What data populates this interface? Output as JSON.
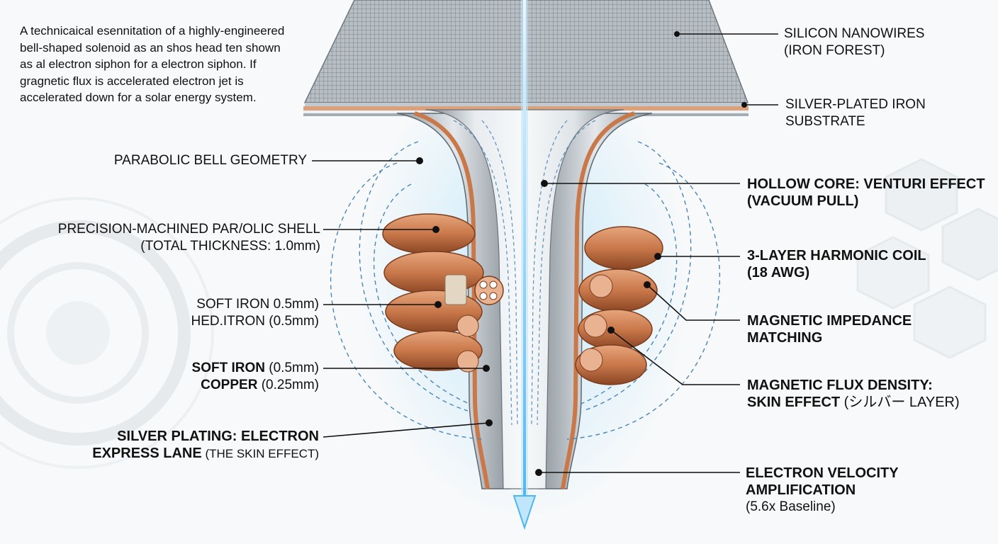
{
  "intro": {
    "lines": [
      "A technicaical esennitation of a highly-engineered",
      "bell-shaped solenoid as an shos head ten shown",
      "as al electron siphon for a electron siphon. If",
      "gragnetic flux is accelerated electron jet is",
      "accelerated down for a solar energy system."
    ]
  },
  "labels": {
    "silicon_nanowires": {
      "line1": "SILICON NANOWIRES",
      "line2": "(IRON FOREST)"
    },
    "silver_plated_substrate": {
      "line1": "SILVER-PLATED IRON",
      "line2": "SUBSTRATE"
    },
    "parabolic_bell": {
      "line1": "PARABOLIC BELL GEOMETRY"
    },
    "hollow_core": {
      "line1": "HOLLOW CORE: VENTURI EFFECT",
      "line2": "(VACUUM PULL)"
    },
    "precision_shell": {
      "line1": "PRECISION-MACHINED PAR/OLIC SHELL",
      "line2": "(TOTAL THICKNESS: 1.0mm)"
    },
    "harmonic_coil": {
      "line1": "3-LAYER HARMONIC COIL",
      "line2": "(18 AWG)"
    },
    "soft_iron_a": {
      "line1": "SOFT IRON 0.5mm)",
      "line2": "HED.ITRON (0.5mm)"
    },
    "impedance": {
      "line1": "MAGNETIC IMPEDANCE",
      "line2": "MATCHING"
    },
    "soft_iron_b": {
      "bold1": "SOFT IRON",
      "rest1": " (0.5mm)",
      "bold2": "COPPER",
      "rest2": " (0.25mm)"
    },
    "flux_density": {
      "line1": "MAGNETIC FLUX DENSITY:",
      "bold2": "SKIN EFFECT",
      "rest2": " (シルバー LAYER)"
    },
    "silver_plating": {
      "line1": "SILVER PLATING: ELECTRON",
      "bold2": "EXPRESS LANE",
      "rest2": " (THE SKIN EFFECT)"
    },
    "velocity": {
      "line1": "ELECTRON VELOCITY",
      "line2": "AMPLIFICATION",
      "line3": "(5.6x Baseline)"
    }
  },
  "colors": {
    "copper": "#c9784a",
    "copper_dark": "#8a4624",
    "steel": "#b8c0c6",
    "beam": "#4fb6ef",
    "flux_lines": "#4a86b8"
  }
}
